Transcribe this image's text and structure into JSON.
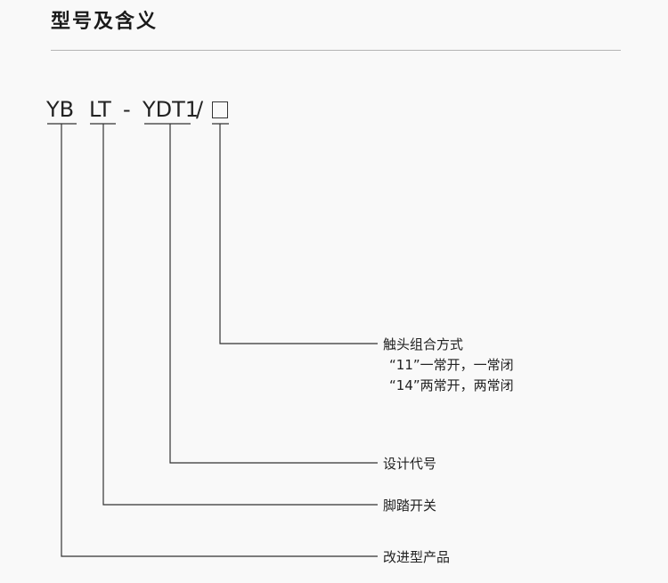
{
  "title": "型号及含义",
  "model": {
    "part1": "YB",
    "part2": "LT",
    "dash": "-",
    "part3": "YDT1",
    "slash": "/"
  },
  "legend": {
    "contact": {
      "title": "触头组合方式",
      "line1": "“11”一常开，一常闭",
      "line2": "“14”两常开，两常闭"
    },
    "design": "设计代号",
    "foot": "脚踏开关",
    "improved": "改进型产品"
  }
}
